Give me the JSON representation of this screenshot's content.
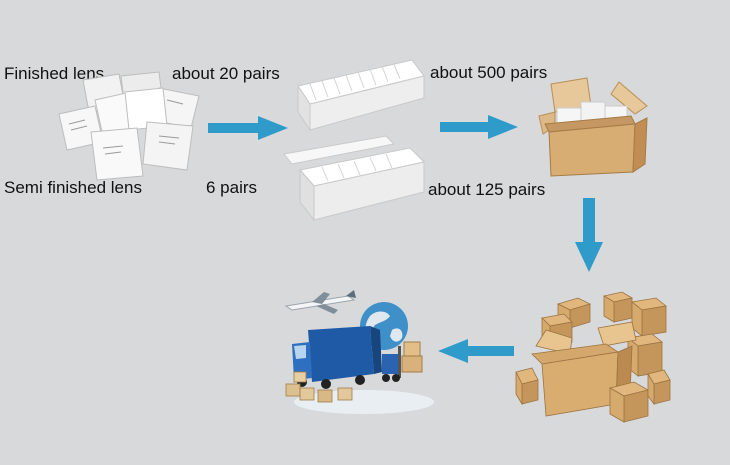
{
  "labels": {
    "finished_lens": "Finished lens",
    "semi_finished_lens": "Semi finished lens",
    "about_20_pairs": "about 20 pairs",
    "six_pairs": "6 pairs",
    "about_500_pairs": "about 500 pairs",
    "about_125_pairs": "about 125 pairs"
  },
  "colors": {
    "background": "#d8d9da",
    "arrow": "#2f9bcb",
    "cardboard": "#c99a5b",
    "white_box": "#f4f4f4"
  },
  "icons": {
    "lens_packets": "lens-packets-icon",
    "white_box": "white-box-icon",
    "carton": "carton-icon",
    "stacked_cartons": "stacked-cartons-icon",
    "logistics": "logistics-icon"
  }
}
